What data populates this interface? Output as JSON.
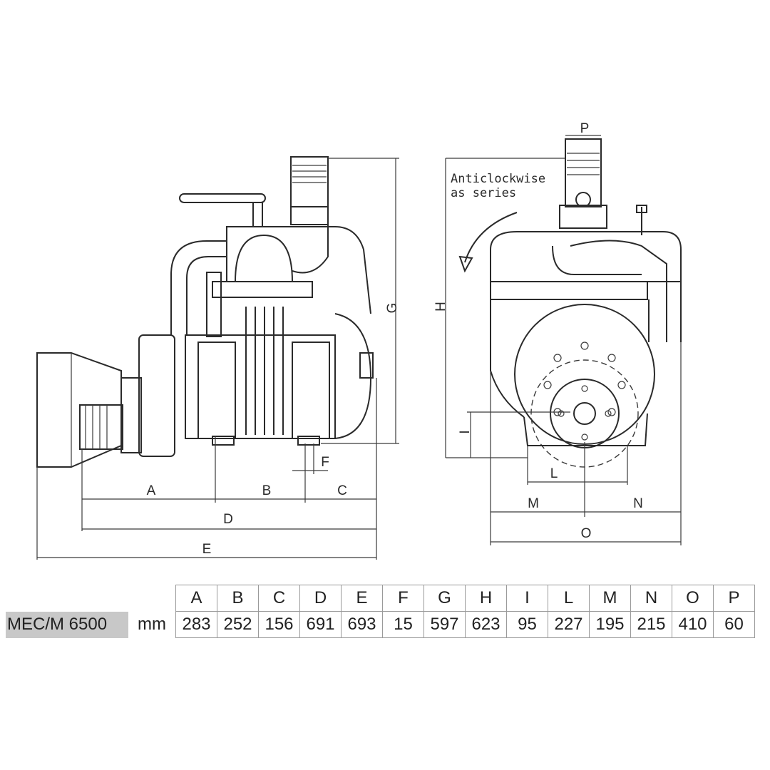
{
  "drawing": {
    "rotation_note": [
      "Anticlockwise",
      "as series"
    ],
    "dimension_labels": {
      "A": "A",
      "B": "B",
      "C": "C",
      "D": "D",
      "E": "E",
      "F": "F",
      "G": "G",
      "H": "H",
      "I": "I",
      "L": "L",
      "M": "M",
      "N": "N",
      "O": "O",
      "P": "P"
    }
  },
  "table": {
    "model": "MEC/M 6500",
    "unit": "mm",
    "headers": [
      "A",
      "B",
      "C",
      "D",
      "E",
      "F",
      "G",
      "H",
      "I",
      "L",
      "M",
      "N",
      "O",
      "P"
    ],
    "values": [
      "283",
      "252",
      "156",
      "691",
      "693",
      "15",
      "597",
      "623",
      "95",
      "227",
      "195",
      "215",
      "410",
      "60"
    ]
  }
}
